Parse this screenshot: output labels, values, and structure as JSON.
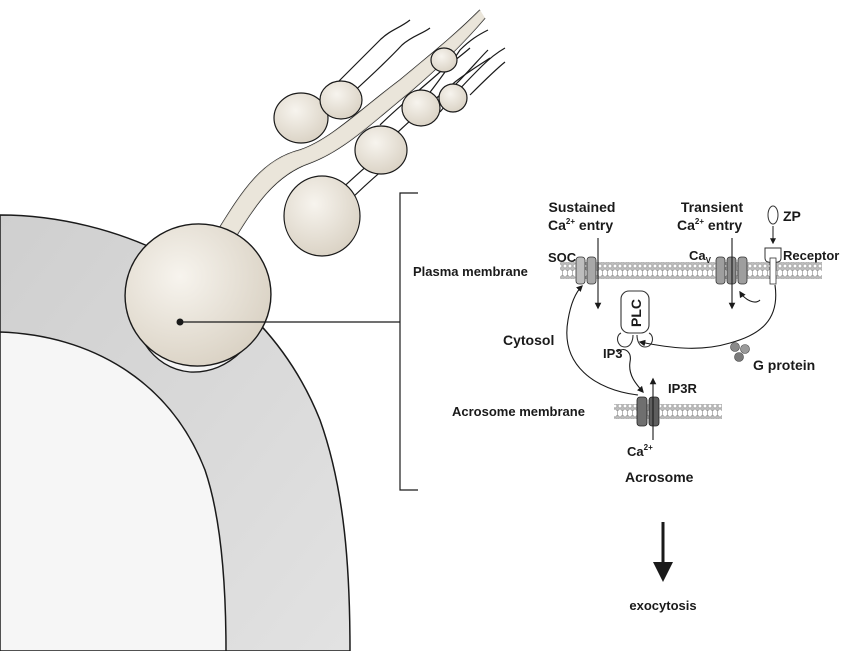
{
  "diagram": {
    "labels": {
      "sustained_1": "Sustained",
      "sustained_2a": "Ca",
      "sustained_2sup": "2+",
      "sustained_2b": " entry",
      "transient_1": "Transient",
      "transient_2a": "Ca",
      "transient_2sup": "2+",
      "transient_2b": " entry",
      "zp": "ZP",
      "soc": "SOC",
      "cav": "Ca",
      "cav_sub": "V",
      "receptor": "Receptor",
      "plasma_membrane": "Plasma membrane",
      "plc": "PLC",
      "cytosol": "Cytosol",
      "ip3": "IP3",
      "g_protein": "G protein",
      "ip3r": "IP3R",
      "acrosome_membrane": "Acrosome membrane",
      "ca_bottom": "Ca",
      "ca_bottom_sup": "2+",
      "acrosome": "Acrosome",
      "exocytosis": "exocytosis"
    },
    "colors": {
      "sperm_fill": "#e9e3d8",
      "zona_fill": "#d6d6d6",
      "egg_fill": "#f5f5f5",
      "channel_light": "#b9b9b9",
      "channel_dark": "#7a7a7a",
      "membrane": "#9a9a9a",
      "outline": "#1a1a1a"
    }
  }
}
